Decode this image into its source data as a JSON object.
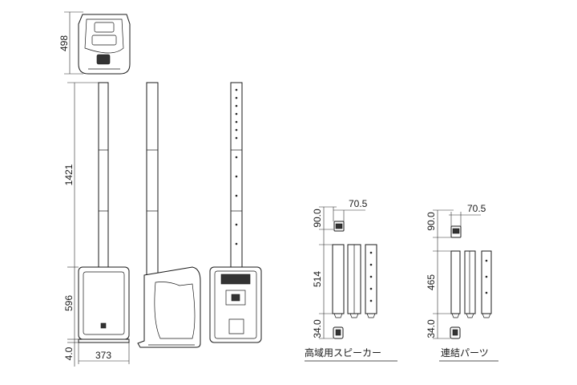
{
  "main_system": {
    "dims": {
      "top_unit_depth": "498",
      "column_height": "1421",
      "base_height": "596",
      "foot_height": "4.0",
      "base_width": "373"
    }
  },
  "high_range_speaker": {
    "caption": "高域用スピーカー",
    "dims": {
      "top_height": "90.0",
      "width": "70.5",
      "body_height": "514",
      "bottom_height": "34.0"
    }
  },
  "coupling_parts": {
    "caption": "連結パーツ",
    "dims": {
      "top_height": "90.0",
      "width": "70.5",
      "body_height": "465",
      "bottom_height": "34.0"
    }
  }
}
